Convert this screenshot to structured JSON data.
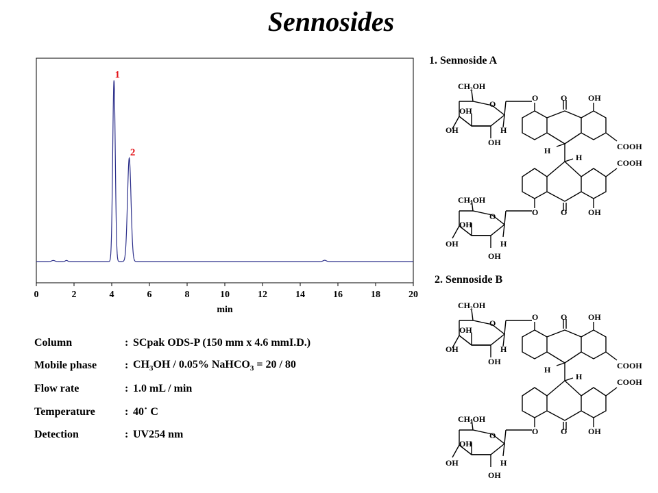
{
  "title": "Sennosides",
  "chart_data": {
    "type": "line",
    "xlabel": "min",
    "xlim": [
      0,
      20
    ],
    "xticks": [
      0,
      2,
      4,
      6,
      8,
      10,
      12,
      14,
      16,
      18,
      20
    ],
    "ylim": [
      0,
      1.1
    ],
    "baseline": 0,
    "line_color": "#2b2e8a",
    "peaks": [
      {
        "label": "1",
        "rt": 4.12,
        "height": 0.98,
        "width": 0.16
      },
      {
        "label": "2",
        "rt": 4.93,
        "height": 0.56,
        "width": 0.22
      }
    ],
    "minor_bumps": [
      {
        "rt": 0.9,
        "height": 0.006,
        "width": 0.2
      },
      {
        "rt": 1.6,
        "height": 0.006,
        "width": 0.15
      },
      {
        "rt": 15.3,
        "height": 0.007,
        "width": 0.2
      }
    ]
  },
  "conditions": [
    {
      "label": "Column",
      "value": "SCpak ODS-P  (150 mm x 4.6 mmI.D.)"
    },
    {
      "label": "Mobile phase",
      "value": "CH3OH / 0.05% NaHCO3 = 20 / 80"
    },
    {
      "label": "Flow rate",
      "value": "1.0 mL / min"
    },
    {
      "label": "Temperature",
      "value": "40˙ C"
    },
    {
      "label": "Detection",
      "value": "UV254 nm"
    }
  ],
  "structures": [
    {
      "caption": "1. Sennoside A"
    },
    {
      "caption": "2. Sennoside B"
    }
  ],
  "atoms": {
    "ch2oh": "CH₂OH",
    "o": "O",
    "oh": "OH",
    "h": "H",
    "cooh": "COOH"
  }
}
